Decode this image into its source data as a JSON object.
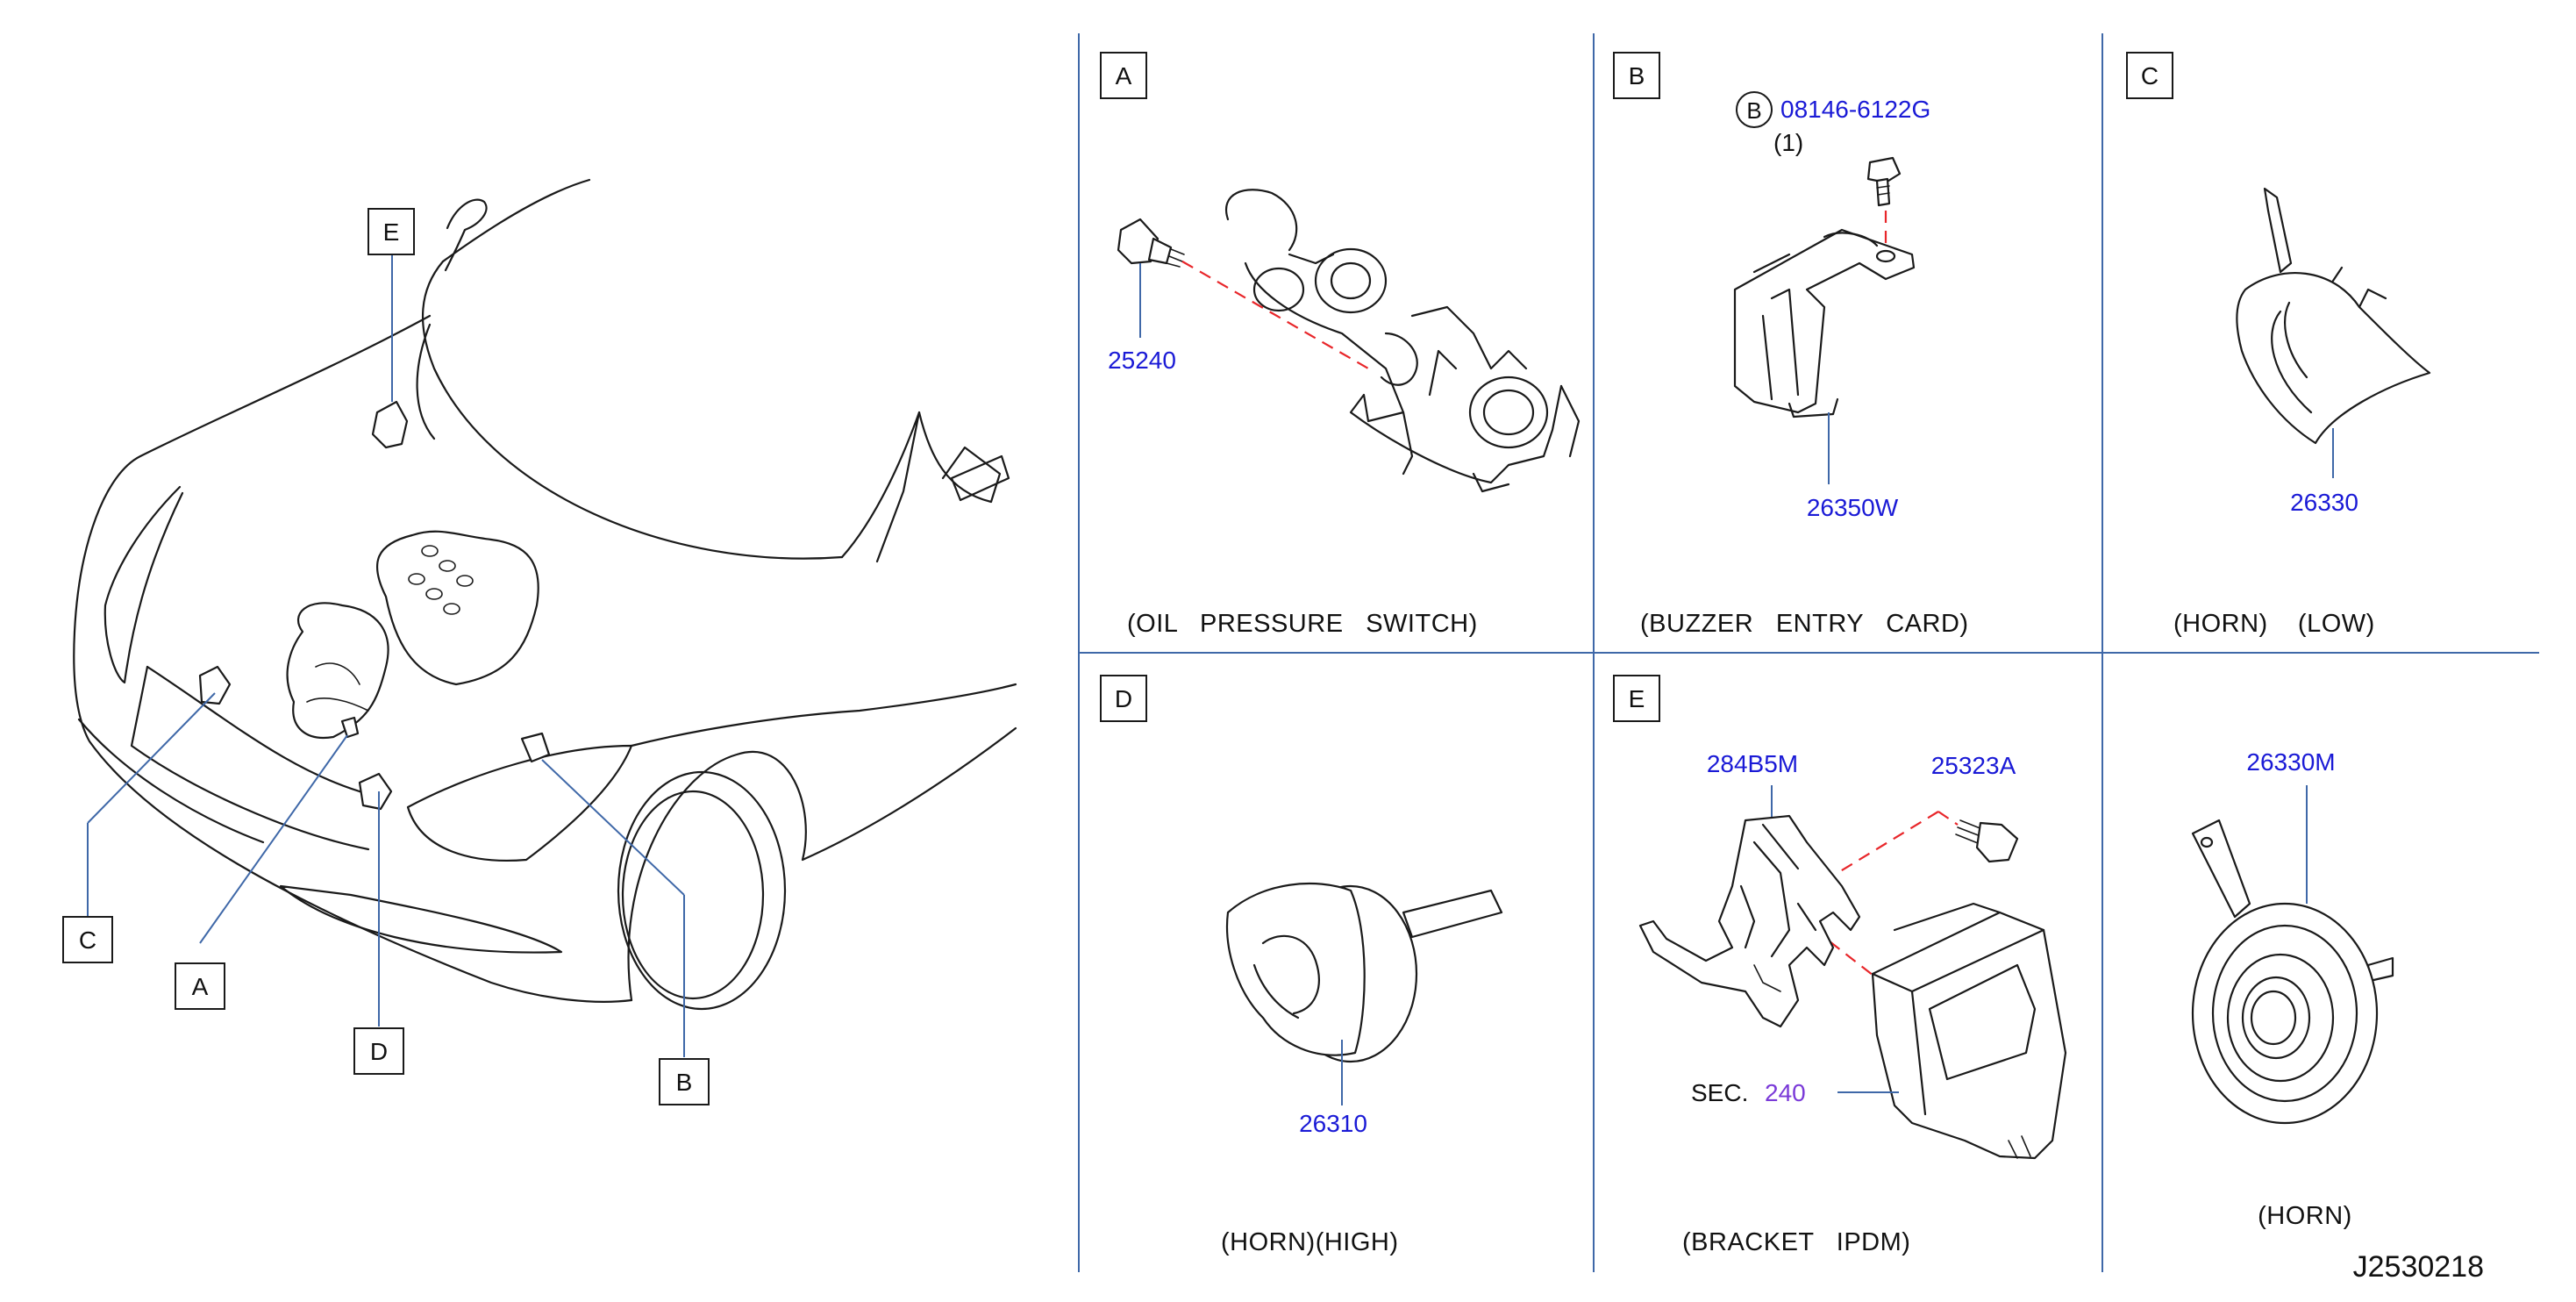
{
  "colors": {
    "part_number": "#1a1ad6",
    "section_ref": "#7a3ad8",
    "grid": "#3f68a8",
    "dash": "#e8262a",
    "ink": "#1a1a1a"
  },
  "overview": {
    "callouts": [
      "E",
      "C",
      "A",
      "D",
      "B"
    ]
  },
  "panels": {
    "A": {
      "label": "A",
      "part": "25240",
      "caption": "(OIL   PRESSURE   SWITCH)"
    },
    "B": {
      "label": "B",
      "bolt_marker": "B",
      "bolt_part": "08146-6122G",
      "bolt_qty": "(1)",
      "part": "26350W",
      "caption": "(BUZZER   ENTRY   CARD)"
    },
    "C": {
      "label": "C",
      "part": "26330",
      "caption": "(HORN)    (LOW)"
    },
    "D": {
      "label": "D",
      "part": "26310",
      "caption": "(HORN)(HIGH)"
    },
    "E": {
      "label": "E",
      "bracket_part": "284B5M",
      "bolt_part": "25323A",
      "sec_prefix": "SEC.",
      "sec_ref": "240",
      "caption": "(BRACKET   IPDM)"
    },
    "F": {
      "part": "26330M",
      "caption": "(HORN)"
    }
  },
  "drawing_id": "J2530218"
}
